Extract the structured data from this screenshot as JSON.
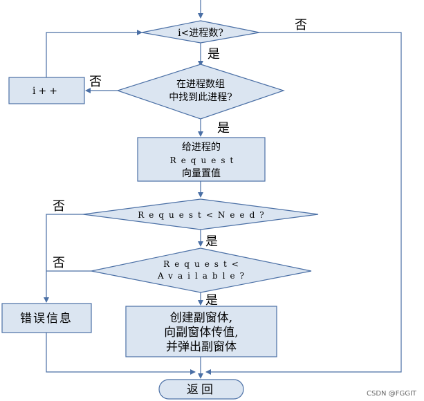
{
  "flowchart": {
    "nodes": {
      "cond_i": "i<进程数?",
      "cond_find": [
        "在进程数组",
        "中找到此进程?"
      ],
      "inc": "i++",
      "assign": [
        "给进程的",
        "Request",
        "向量置值"
      ],
      "cond_need": "Request<Need?",
      "cond_avail": [
        "Request<",
        "Available?"
      ],
      "error": "错误信息",
      "create": [
        "创建副窗体,",
        "向副窗体传值,",
        "并弹出副窗体"
      ],
      "return": "返回"
    },
    "labels": {
      "yes": "是",
      "no": "否"
    }
  },
  "watermark": "CSDN @FGGIT"
}
